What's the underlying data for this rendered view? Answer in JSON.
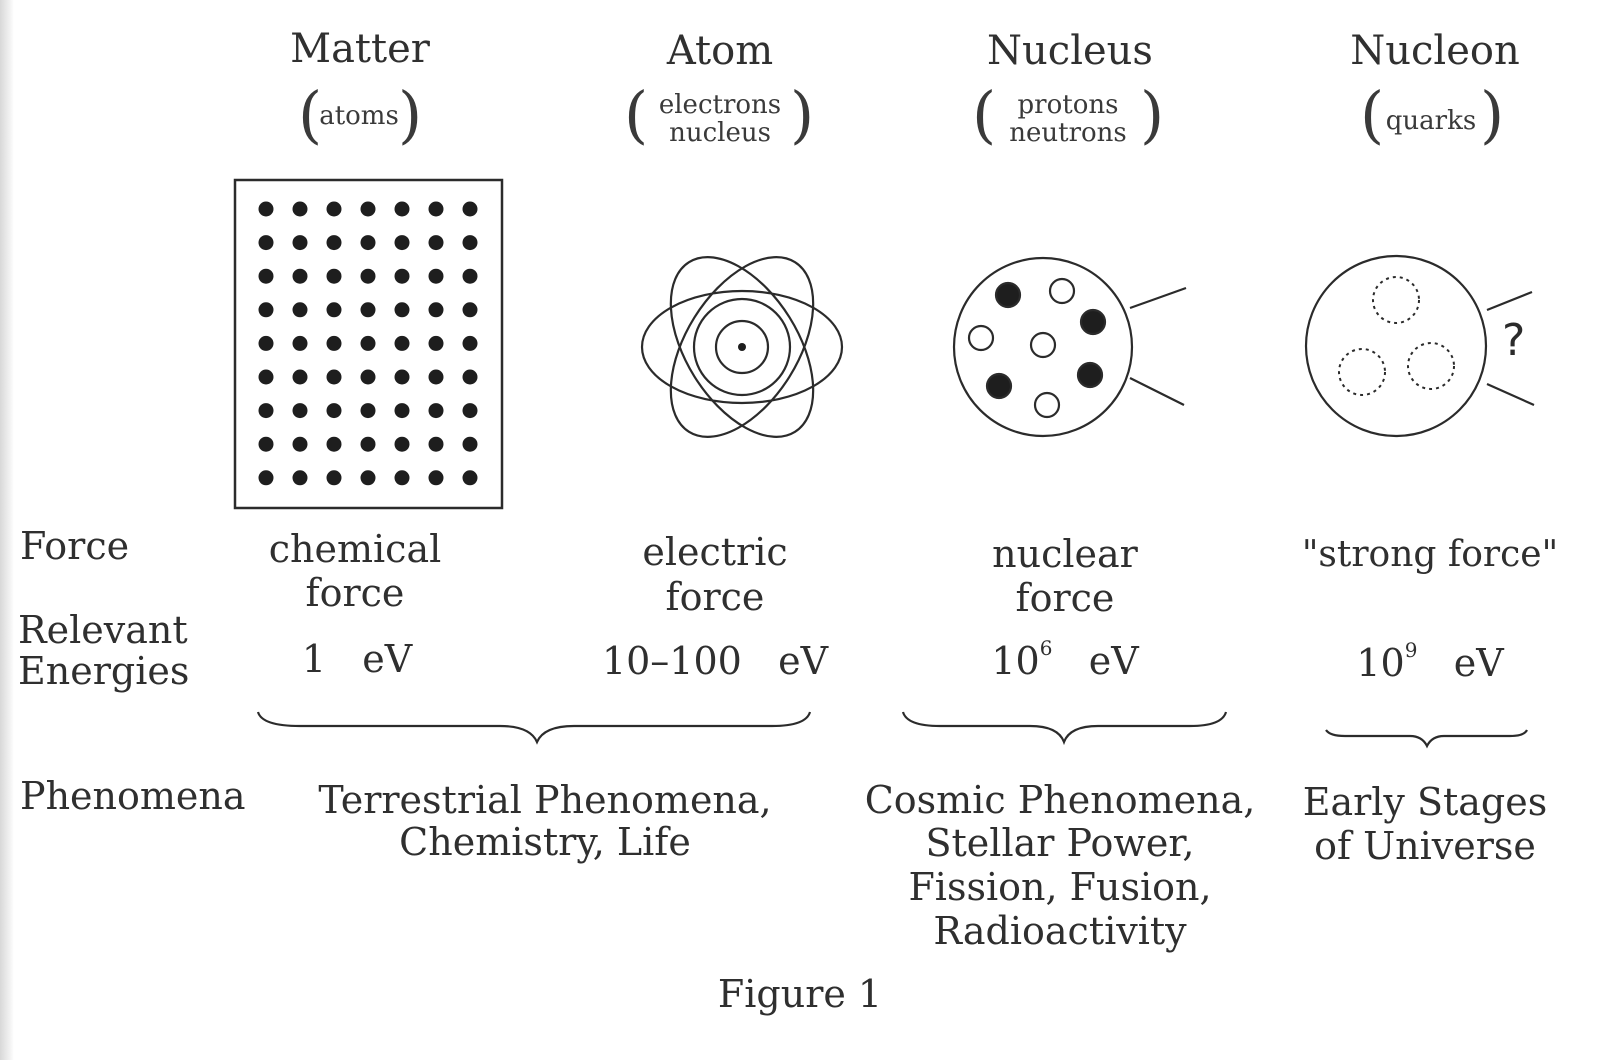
{
  "columns": [
    {
      "title": "Matter",
      "contents": [
        "atoms"
      ]
    },
    {
      "title": "Atom",
      "contents": [
        "electrons",
        "nucleus"
      ]
    },
    {
      "title": "Nucleus",
      "contents": [
        "protons",
        "neutrons"
      ]
    },
    {
      "title": "Nucleon",
      "contents": [
        "quarks"
      ]
    }
  ],
  "rows": {
    "force_label": "Force",
    "energies_label": [
      "Relevant",
      "Energies"
    ],
    "phenomena_label": "Phenomena"
  },
  "forces": [
    [
      "chemical",
      "force"
    ],
    [
      "electric",
      "force"
    ],
    [
      "nuclear",
      "force"
    ],
    [
      "\"strong force\""
    ]
  ],
  "energies": [
    {
      "value": "1",
      "exp": "",
      "unit": "eV"
    },
    {
      "value": "10–100",
      "exp": "",
      "unit": "eV"
    },
    {
      "value": "10",
      "exp": "6",
      "unit": "eV"
    },
    {
      "value": "10",
      "exp": "9",
      "unit": "eV"
    }
  ],
  "phenomena": [
    [
      "Terrestrial Phenomena,",
      "Chemistry, Life"
    ],
    [
      "Cosmic Phenomena,",
      "Stellar Power,",
      "Fission, Fusion,",
      "Radioactivity"
    ],
    [
      "Early Stages",
      "of Universe"
    ]
  ],
  "nucleon_question": "?",
  "caption": "Figure 1"
}
